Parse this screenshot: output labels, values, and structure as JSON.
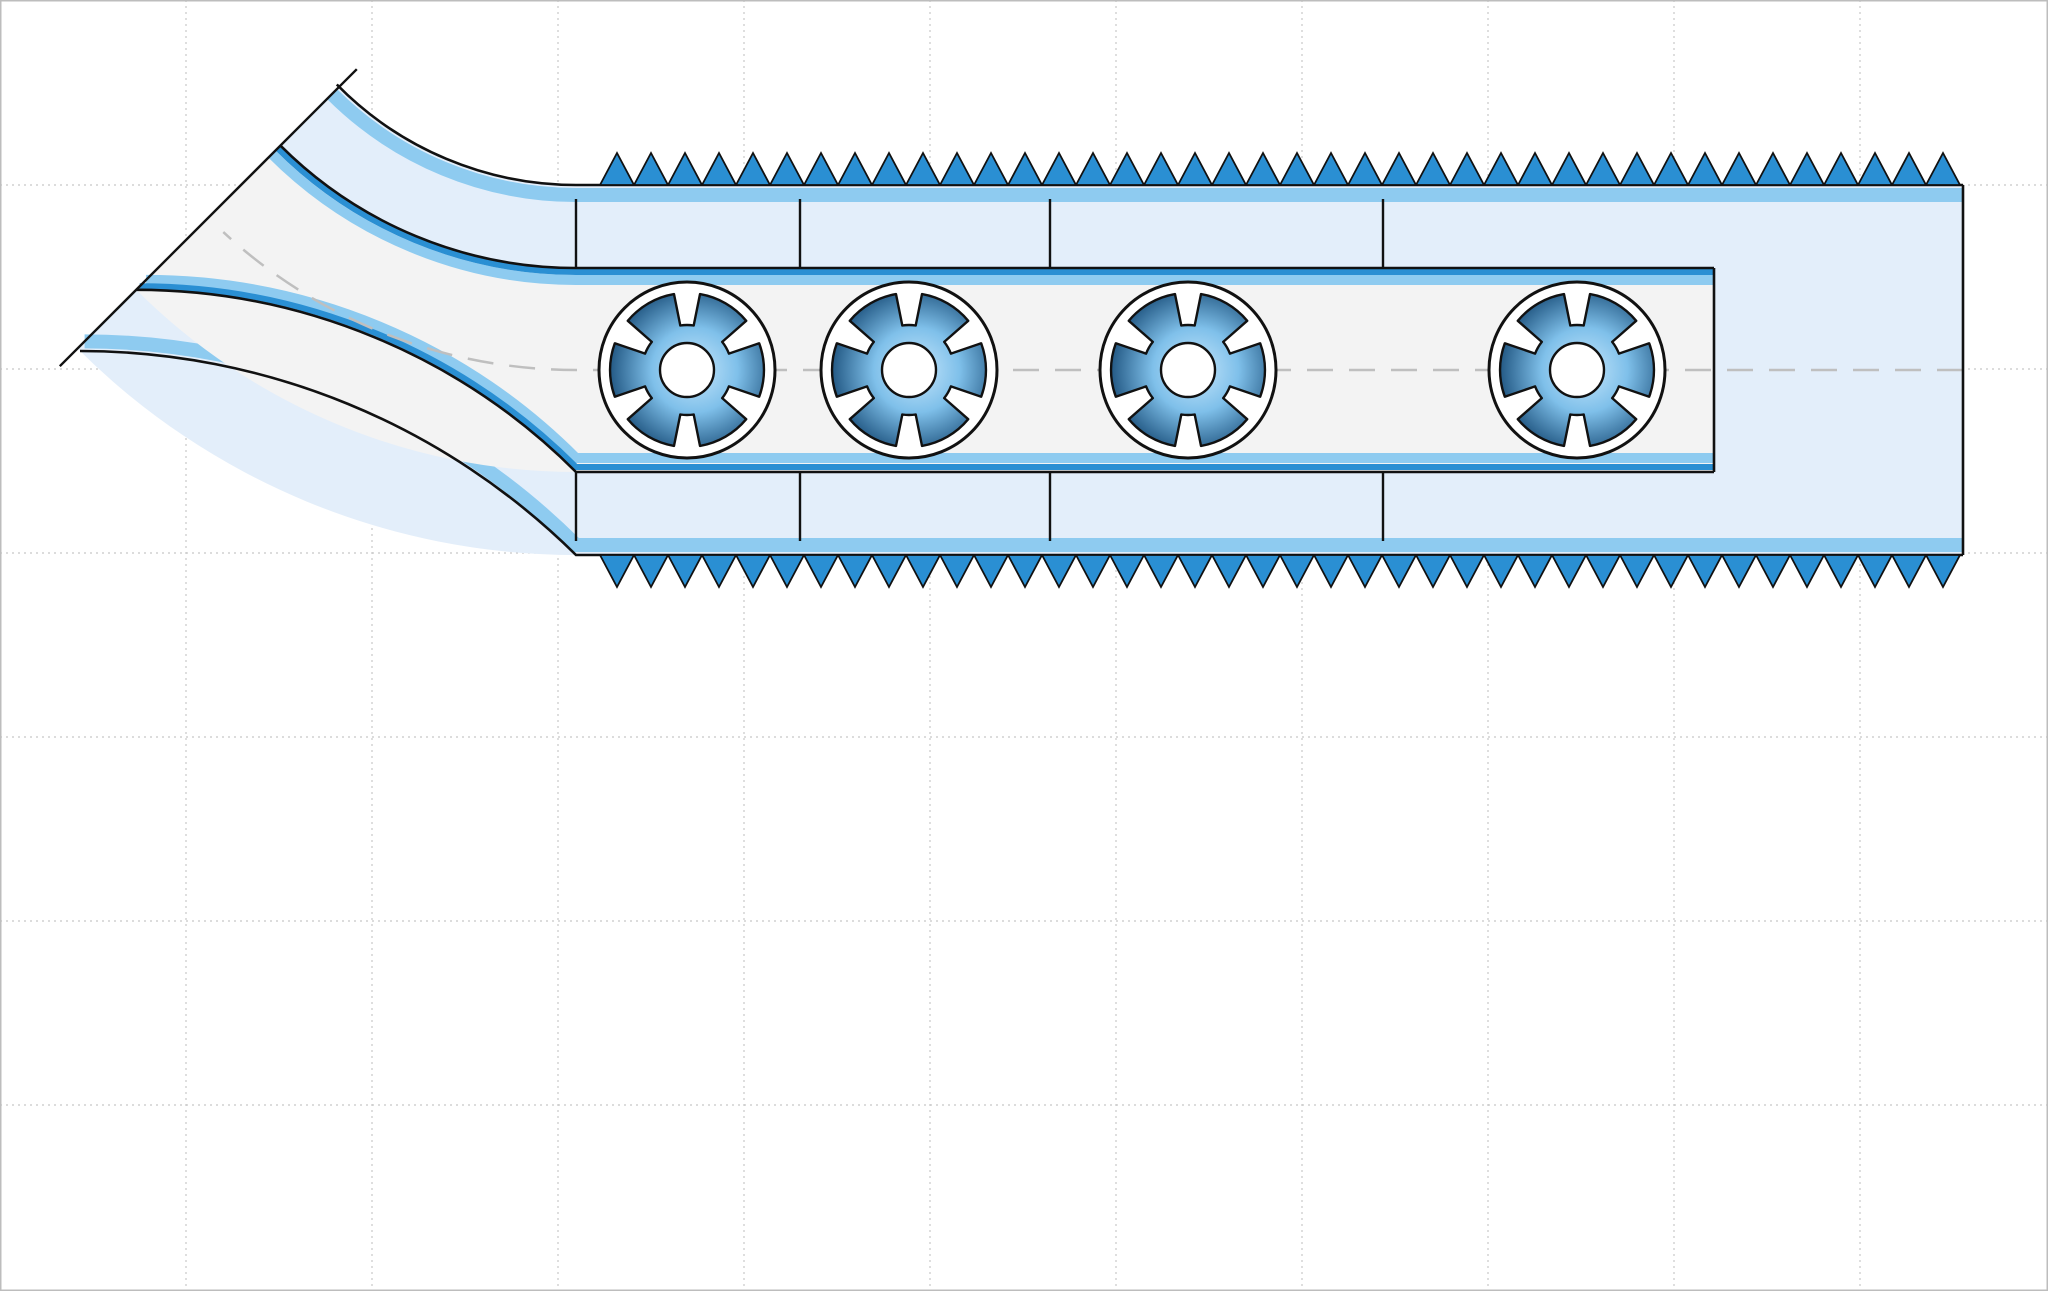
{
  "diagram": {
    "kind": "conveyor-track-schematic",
    "grid": "dotted",
    "gear_count": 4,
    "tooth_rows": [
      "top",
      "bottom"
    ],
    "divider_count": 4,
    "colors": {
      "background": "#ffffff",
      "grid": "#c8c8c8",
      "frame": "#bdbdbd",
      "outline": "#111111",
      "track_fill": "#e3eefa",
      "channel_fill": "#f3f3f3",
      "stripe_light": "#8ecbf0",
      "stripe_dark": "#2a8fd3",
      "tooth_fill": "#2a8fd3",
      "centerline": "#bfbfbf",
      "gear_light": "#a9d8f5",
      "gear_dark": "#0c3f6b"
    }
  }
}
